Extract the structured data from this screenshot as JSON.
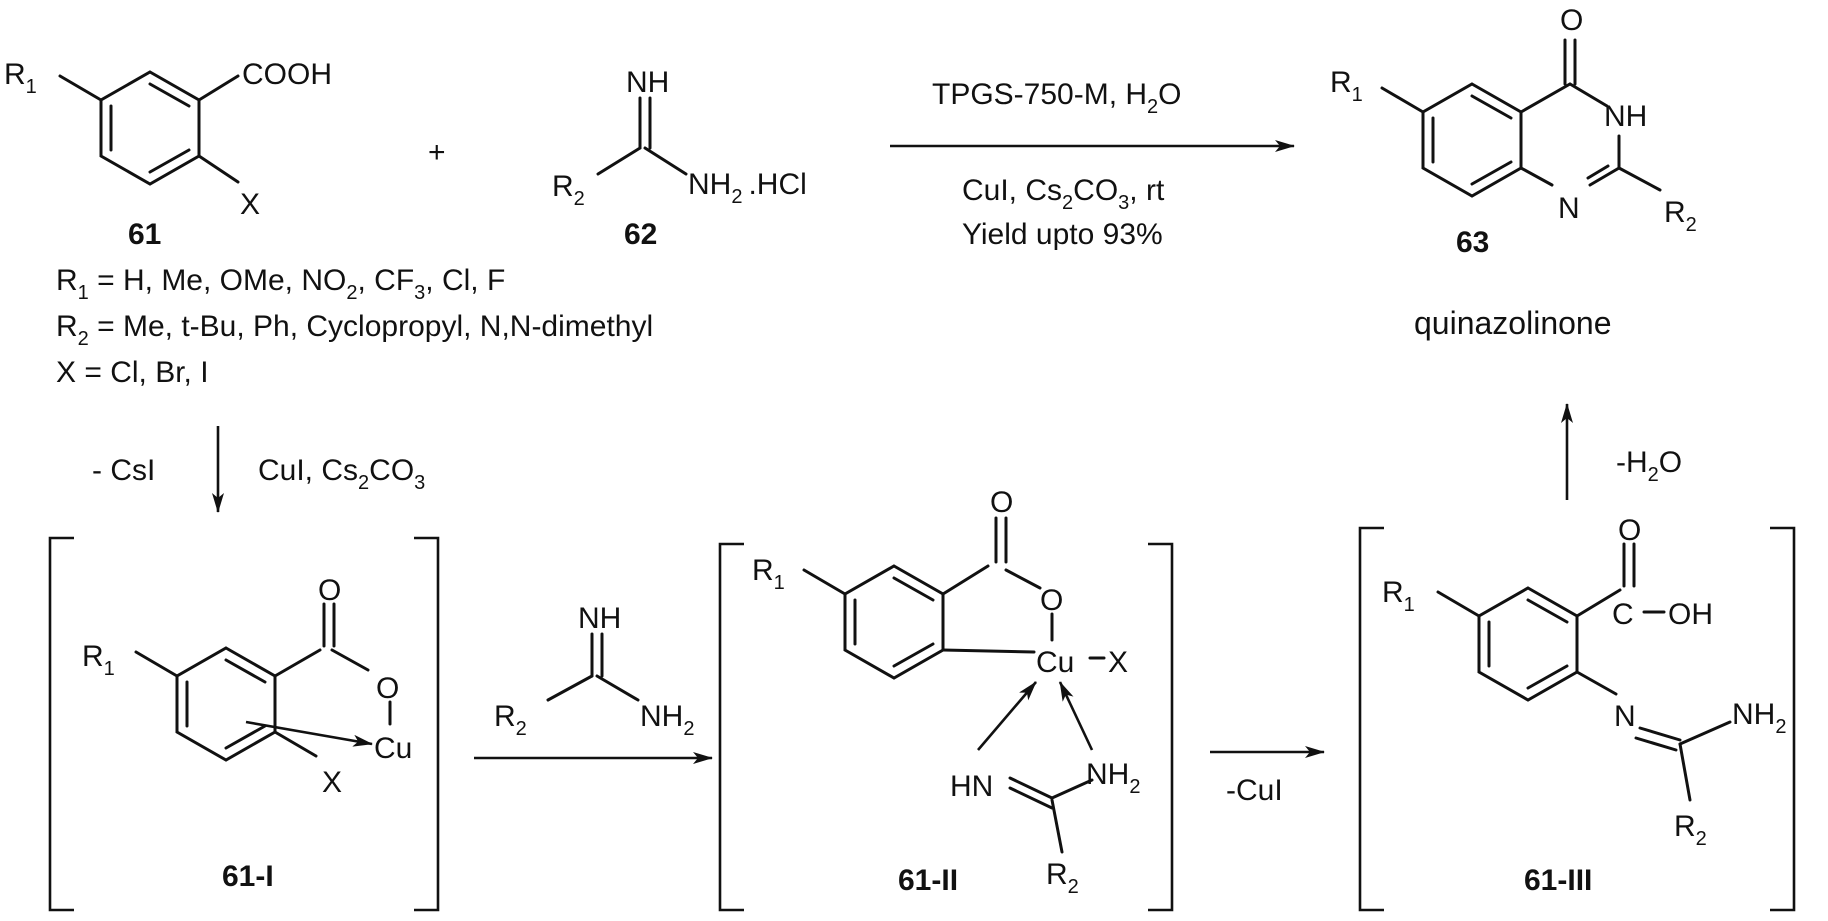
{
  "reactant_61": {
    "label": "61",
    "cooh": "COOH",
    "r1": "R",
    "r1_sub": "1",
    "x": "X"
  },
  "plus": "+",
  "reactant_62": {
    "label": "62",
    "nh": "NH",
    "r2": "R",
    "r2_sub": "2",
    "nh2": "NH",
    "nh2_sub": "2",
    "hcl": ".HCl"
  },
  "substituents": {
    "r1_line": {
      "lhs": "R",
      "sub": "1",
      "text_a": " = H, Me, OMe, NO",
      "sub_b": "2",
      "text_b": ", CF",
      "sub_c": "3",
      "text_c": ", Cl, F"
    },
    "r2_line": {
      "lhs": "R",
      "sub": "2",
      "text": " = Me, t-Bu, Ph, Cyclopropyl, N,N-dimethyl"
    },
    "x_line": "X = Cl, Br, I"
  },
  "main_conditions": {
    "top_a": "TPGS-750-M, H",
    "top_sub": "2",
    "top_b": "O",
    "mid_a": "CuI, Cs",
    "mid_sub1": "2",
    "mid_b": "CO",
    "mid_sub2": "3",
    "mid_c": ", rt",
    "yield": "Yield upto 93%"
  },
  "product_63": {
    "label": "63",
    "name": "quinazolinone",
    "o": "O",
    "nh": "NH",
    "n": "N",
    "r1": "R",
    "r1_sub": "1",
    "r2": "R",
    "r2_sub": "2"
  },
  "step1": {
    "left": "- CsI",
    "right_a": "CuI, Cs",
    "right_sub1": "2",
    "right_b": "CO",
    "right_sub2": "3"
  },
  "int_61_I": {
    "label": "61-I",
    "o_top": "O",
    "o_link": "O",
    "cu": "Cu",
    "x": "X",
    "r1": "R",
    "r1_sub": "1"
  },
  "amidine_reagent": {
    "nh": "NH",
    "r2": "R",
    "r2_sub": "2",
    "nh2": "NH",
    "nh2_sub": "2"
  },
  "int_61_II": {
    "label": "61-II",
    "o_top": "O",
    "o_ring": "O",
    "cu": "Cu",
    "x": "X",
    "r1": "R",
    "r1_sub": "1",
    "hn": "HN",
    "nh2": "NH",
    "nh2_sub": "2",
    "r2": "R",
    "r2_sub": "2"
  },
  "step3": {
    "label": "-CuI"
  },
  "int_61_III": {
    "label": "61-III",
    "o_top": "O",
    "oh": "OH",
    "n": "N",
    "nh2": "NH",
    "nh2_sub": "2",
    "r1": "R",
    "r1_sub": "1",
    "r2": "R",
    "r2_sub": "2"
  },
  "step4": {
    "a": "-H",
    "sub": "2",
    "b": "O"
  }
}
